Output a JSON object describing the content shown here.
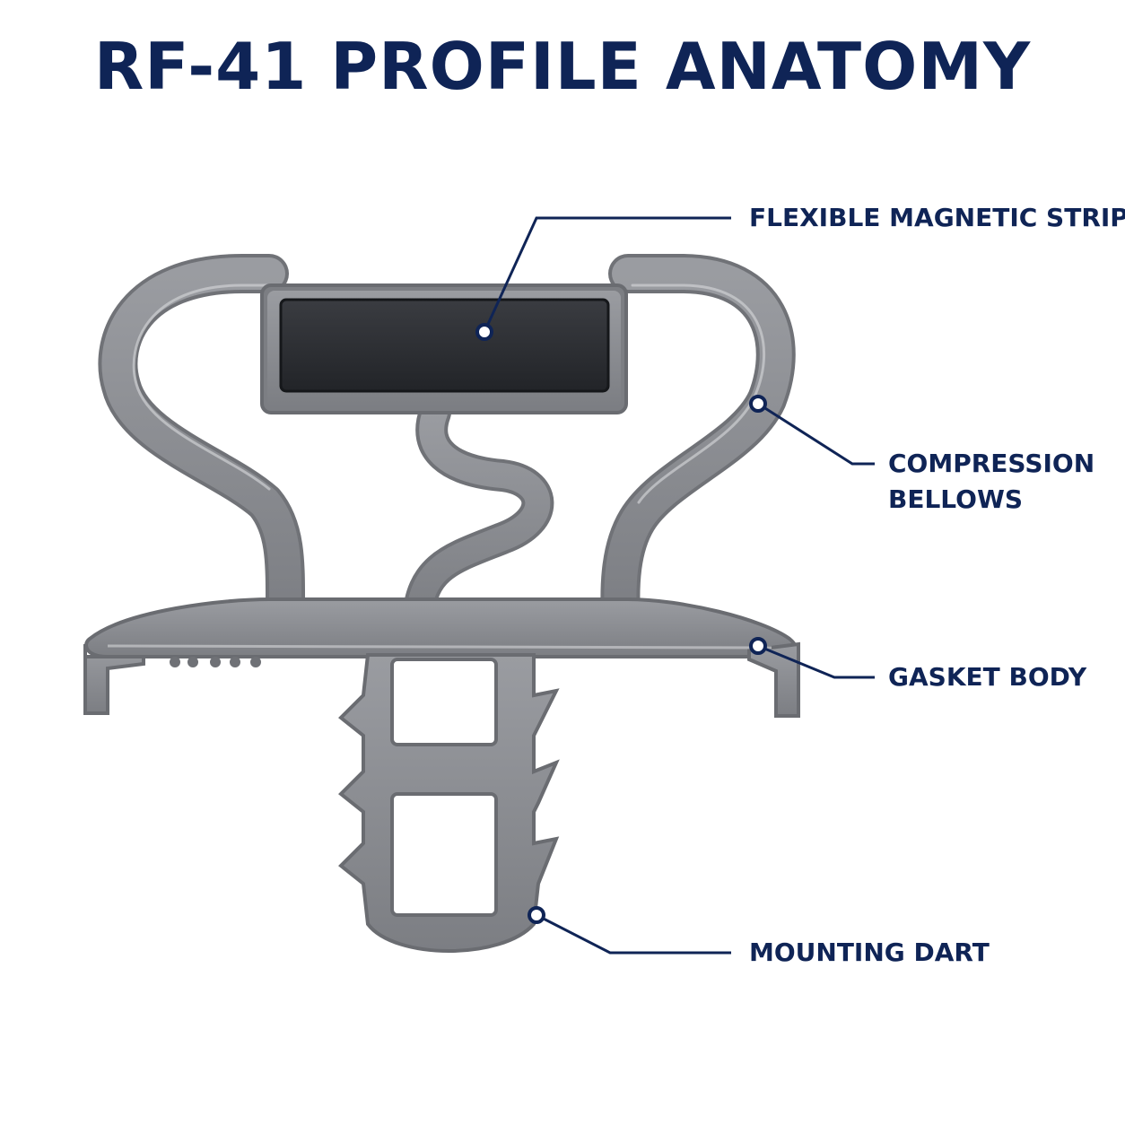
{
  "title": "RF-41 PROFILE ANATOMY",
  "colors": {
    "title": "#0f2456",
    "leader": "#0f2456",
    "rubber": "#8c8e93",
    "rubber_dark": "#6f7176",
    "rubber_highlight": "#c9cacd",
    "magnet": "#2b2d31"
  },
  "callouts": [
    {
      "id": "magnet",
      "lines": [
        "FLEXIBLE MAGNETIC STRIP"
      ]
    },
    {
      "id": "bellows",
      "lines": [
        "COMPRESSION",
        "BELLOWS"
      ]
    },
    {
      "id": "body",
      "lines": [
        "GASKET BODY"
      ]
    },
    {
      "id": "dart",
      "lines": [
        "MOUNTING DART"
      ]
    }
  ]
}
